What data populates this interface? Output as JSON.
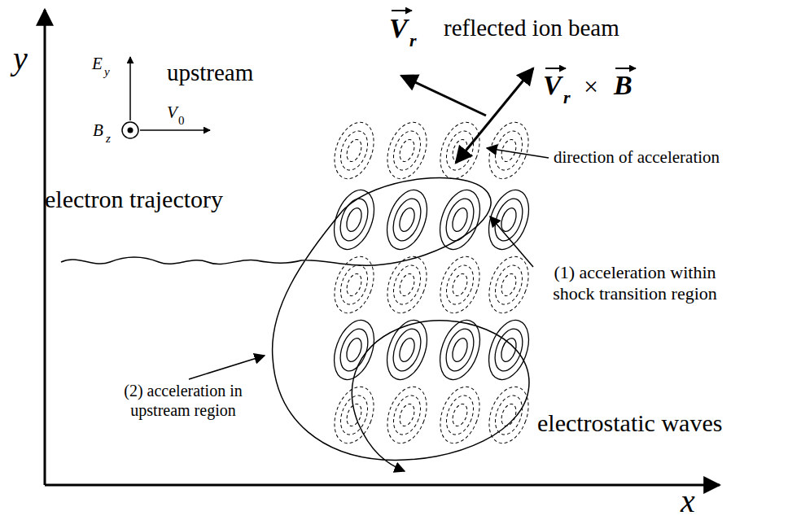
{
  "diagram": {
    "labels": [
      "y",
      "x",
      "E",
      "y",
      "B",
      "z",
      "V",
      "0",
      "upstream",
      "V",
      "r",
      "reflected ion beam",
      "V",
      "r",
      "×",
      "B",
      "direction of acceleration",
      "electron trajectory",
      "(1) acceleration within shock transition region",
      "(2) acceleration in upstream region",
      "electrostatic waves"
    ]
  }
}
